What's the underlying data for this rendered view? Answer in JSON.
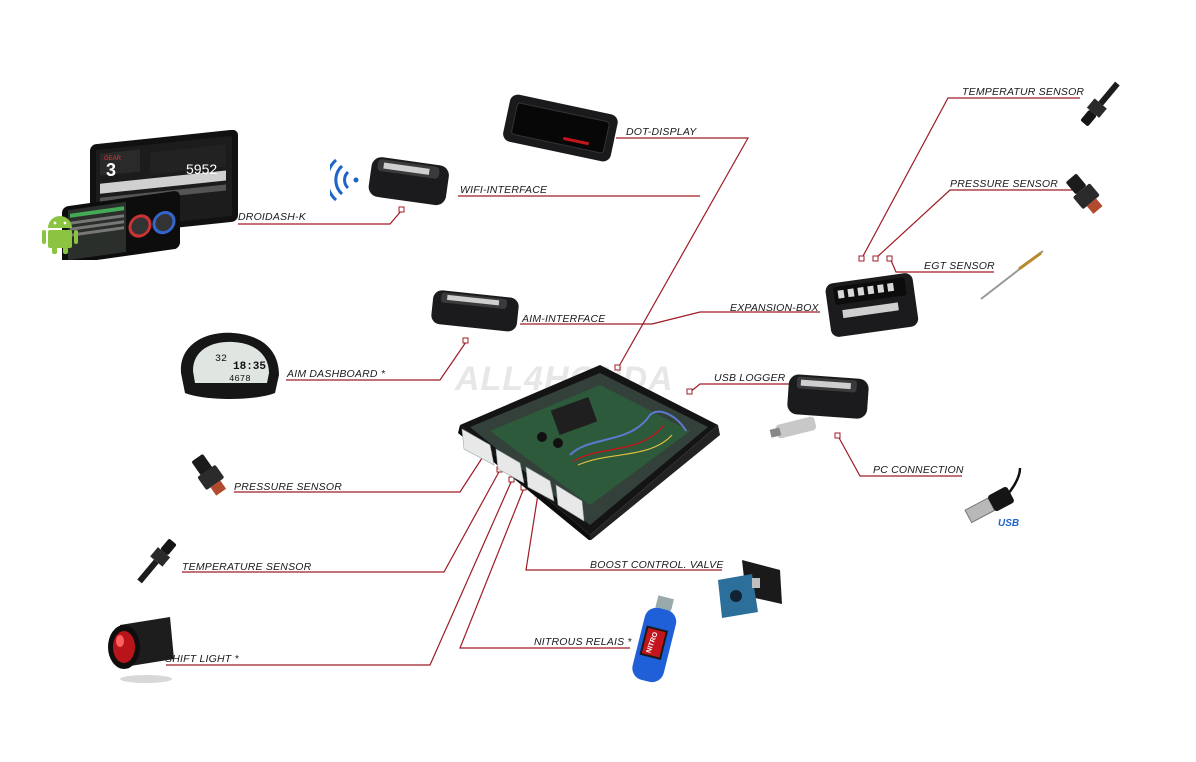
{
  "watermark": "ALL4HONDA",
  "labels": {
    "dot_display": "DOT-DISPLAY",
    "wifi_interface": "WIFI-INTERFACE",
    "droidash": "DROIDASH-K",
    "aim_interface": "AIM-INTERFACE",
    "aim_dashboard": "AIM DASHBOARD *",
    "pressure_sensor_left": "PRESSURE SENSOR",
    "temperature_sensor_left": "TEMPERATURE SENSOR",
    "shift_light": "SHIFT LIGHT *",
    "nitrous": "NITROUS RELAIS *",
    "boost": "BOOST CONTROL. VALVE",
    "usb_logger": "USB LOGGER",
    "pc_connection": "PC CONNECTION",
    "expansion_box": "EXPANSION-BOX",
    "egt_sensor": "EGT SENSOR",
    "pressure_sensor_right": "PRESSURE SENSOR",
    "temperatur_sensor_right": "TEMPERATUR SENSOR"
  },
  "tablet": {
    "gear": "3",
    "gear_label": "GEAR",
    "rpm": "5952"
  },
  "dash": {
    "line1": "32",
    "line2": "18:35",
    "line3": "4678"
  },
  "usb_logo": "USB",
  "nitro_text": "NITRO",
  "colors": {
    "line": "#9e1c24",
    "device": "#1b1b1d",
    "accent_red": "#c4151c",
    "wifi": "#1f64c8",
    "android": "#8ac440"
  }
}
